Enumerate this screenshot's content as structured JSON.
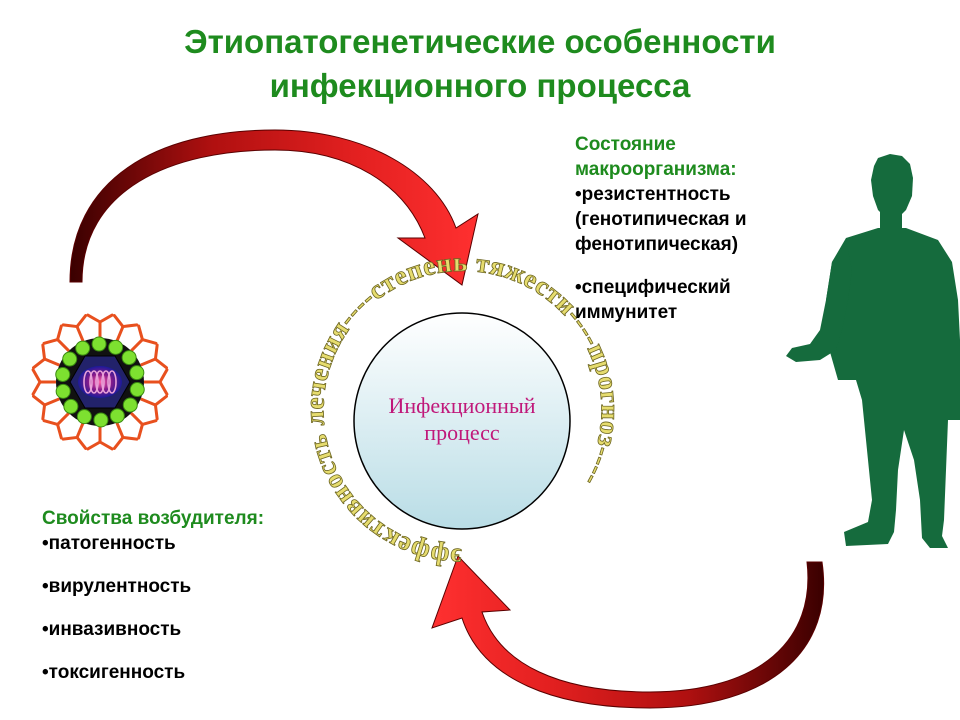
{
  "title": {
    "line1": "Этиопатогенетические особенности",
    "line2": "инфекционного процесса"
  },
  "center": {
    "line1": "Инфекционный",
    "line2": "процесс"
  },
  "ring_text": "эффективность лечения----степень тяжести----прогноз----",
  "host": {
    "heading_line1": "Состояние",
    "heading_line2": "макроорганизма:",
    "items": [
      {
        "line1": "•резистентность",
        "line2": "(генотипическая и",
        "line3": "фенотипическая)"
      },
      {
        "line1": "•специфический",
        "line2": "иммунитет"
      }
    ]
  },
  "pathogen": {
    "heading": "Свойства возбудителя:",
    "items": [
      "•патогенность",
      "•вирулентность",
      "•инвазивность",
      "•токсигенность"
    ]
  },
  "colors": {
    "title_green": "#1e8b1e",
    "human_green": "#156b3d",
    "arrow_red": "#d11a1a",
    "arrow_dark": "#4a0000",
    "center_pink": "#c0187a",
    "ring_gold": "#e6dc6e",
    "virus_red": "#e8501e",
    "virus_green": "#7de030"
  },
  "icons": [
    "virus-icon",
    "human-silhouette-icon",
    "top-arrow-icon",
    "bottom-arrow-icon"
  ]
}
